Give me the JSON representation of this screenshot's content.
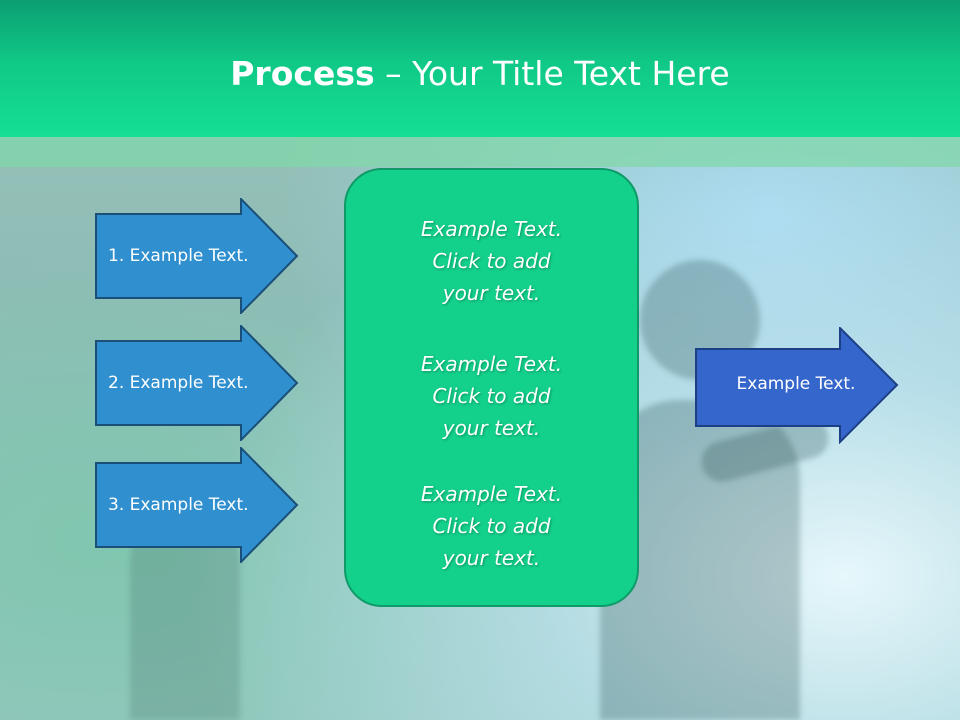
{
  "title": {
    "strong": "Process",
    "rest": " – Your Title Text Here"
  },
  "steps": [
    {
      "label": "1. Example Text."
    },
    {
      "label": "2. Example Text."
    },
    {
      "label": "3. Example Text."
    }
  ],
  "center": {
    "blocks": [
      {
        "line1": "Example Text.",
        "line2": "Click  to add",
        "line3": "your text."
      },
      {
        "line1": "Example Text.",
        "line2": "Click  to add",
        "line3": "your text."
      },
      {
        "line1": "Example Text.",
        "line2": "Click  to add",
        "line3": "your text."
      }
    ]
  },
  "output": {
    "label": "Example Text."
  },
  "colors": {
    "step_arrow": "#2f8fcf",
    "output_arrow": "#3566cc",
    "center_box": "#13d08a",
    "header": "#10c886"
  }
}
